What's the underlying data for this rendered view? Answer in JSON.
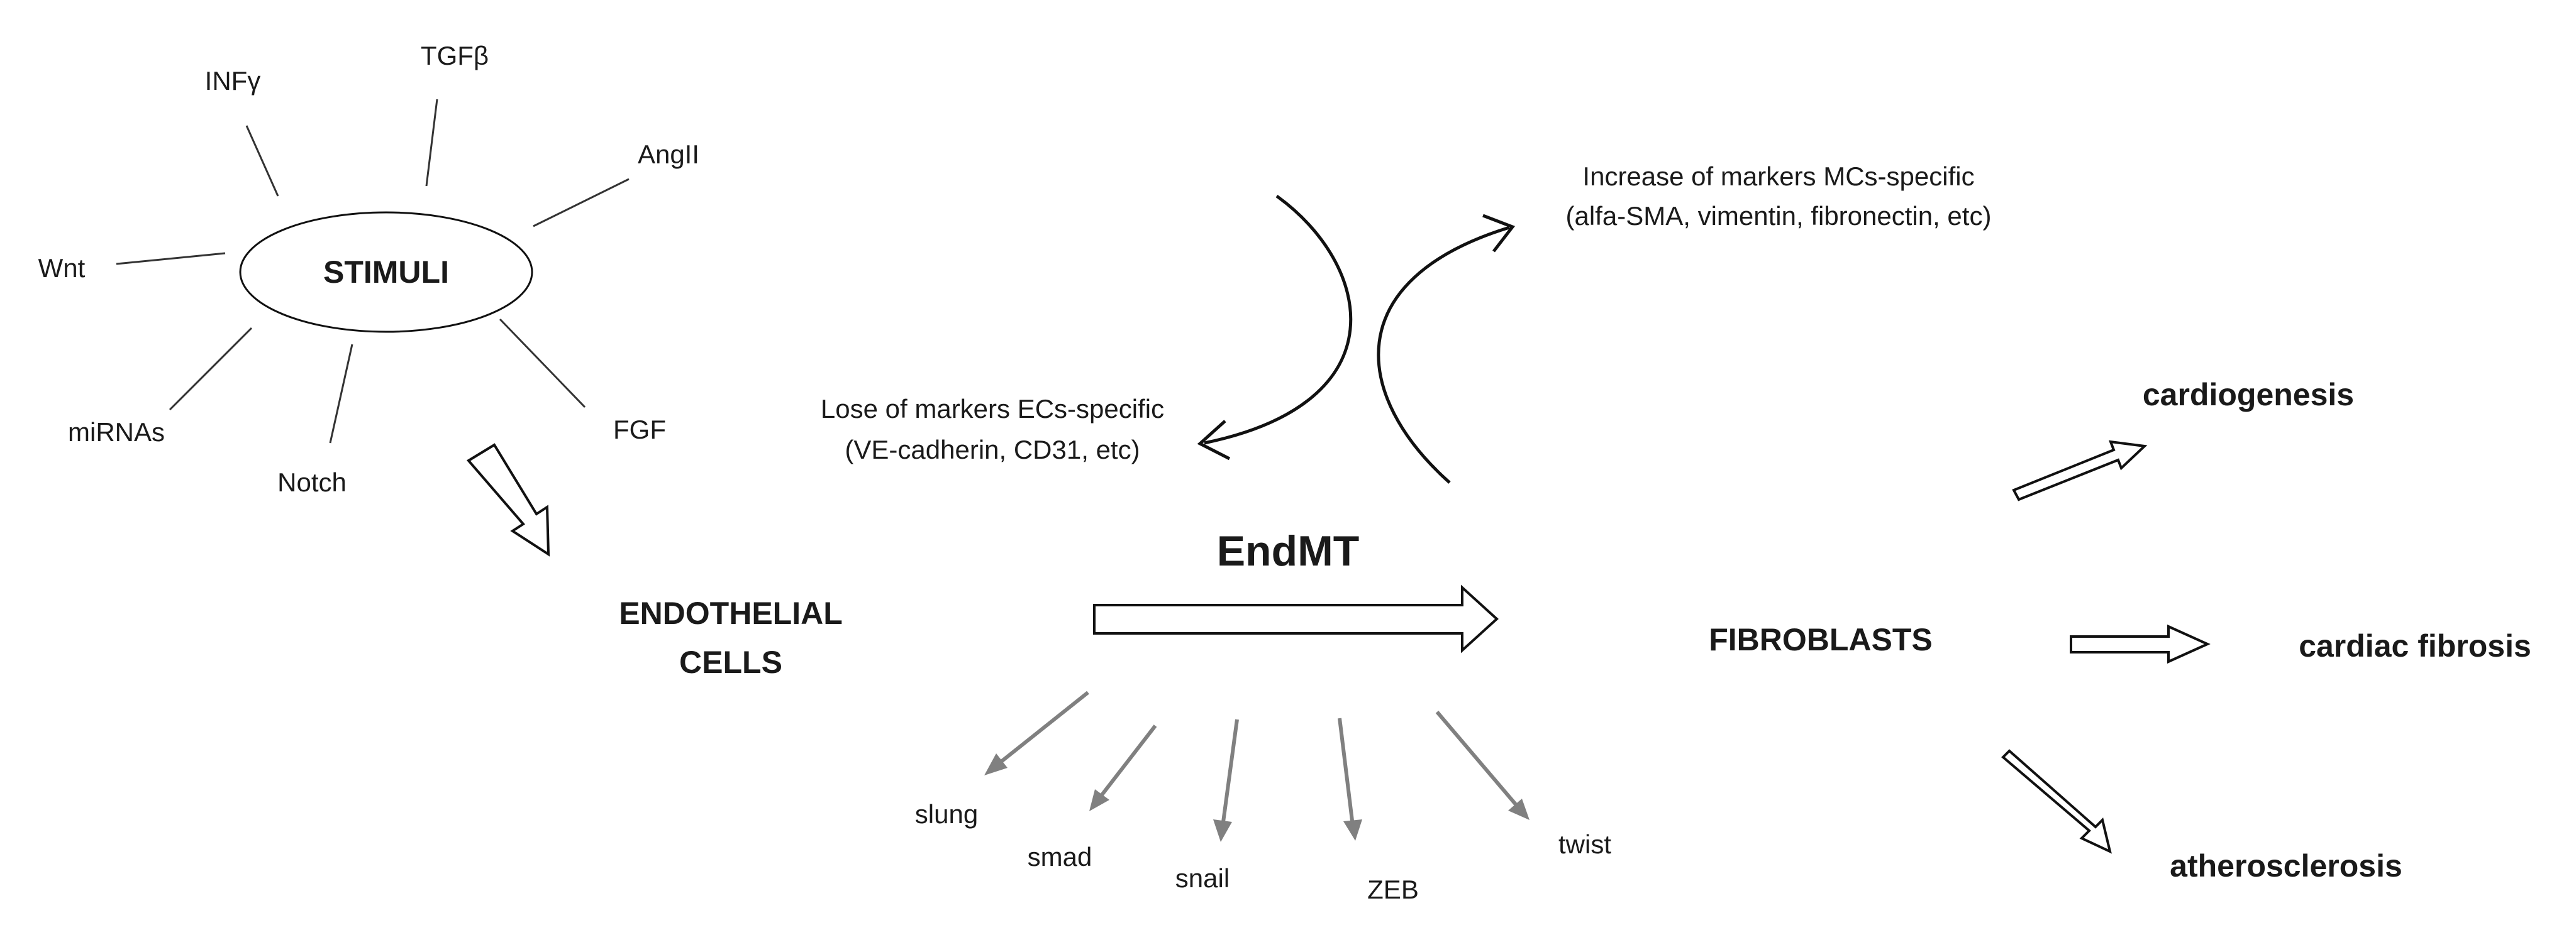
{
  "stimuli": {
    "center_label": "STIMULI",
    "factors": [
      "INFγ",
      "TGFβ",
      "AngII",
      "Wnt",
      "miRNAs",
      "Notch",
      "FGF"
    ]
  },
  "endothelial": {
    "line1": "ENDOTHELIAL",
    "line2": "CELLS"
  },
  "process": {
    "label": "EndMT"
  },
  "loss_markers": {
    "line1": "Lose of markers ECs-specific",
    "line2": "(VE-cadherin, CD31, etc)"
  },
  "gain_markers": {
    "line1": "Increase of markers MCs-specific",
    "line2": "(alfa-SMA, vimentin, fibronectin, etc)"
  },
  "transcription_factors": [
    "slung",
    "smad",
    "snail",
    "ZEB",
    "twist"
  ],
  "fibroblasts": {
    "label": "FIBROBLASTS"
  },
  "outcomes": [
    "cardiogenesis",
    "cardiac fibrosis",
    "atherosclerosis"
  ],
  "colors": {
    "line": "#111111",
    "grey_arrow": "#808080",
    "background": "#ffffff"
  }
}
